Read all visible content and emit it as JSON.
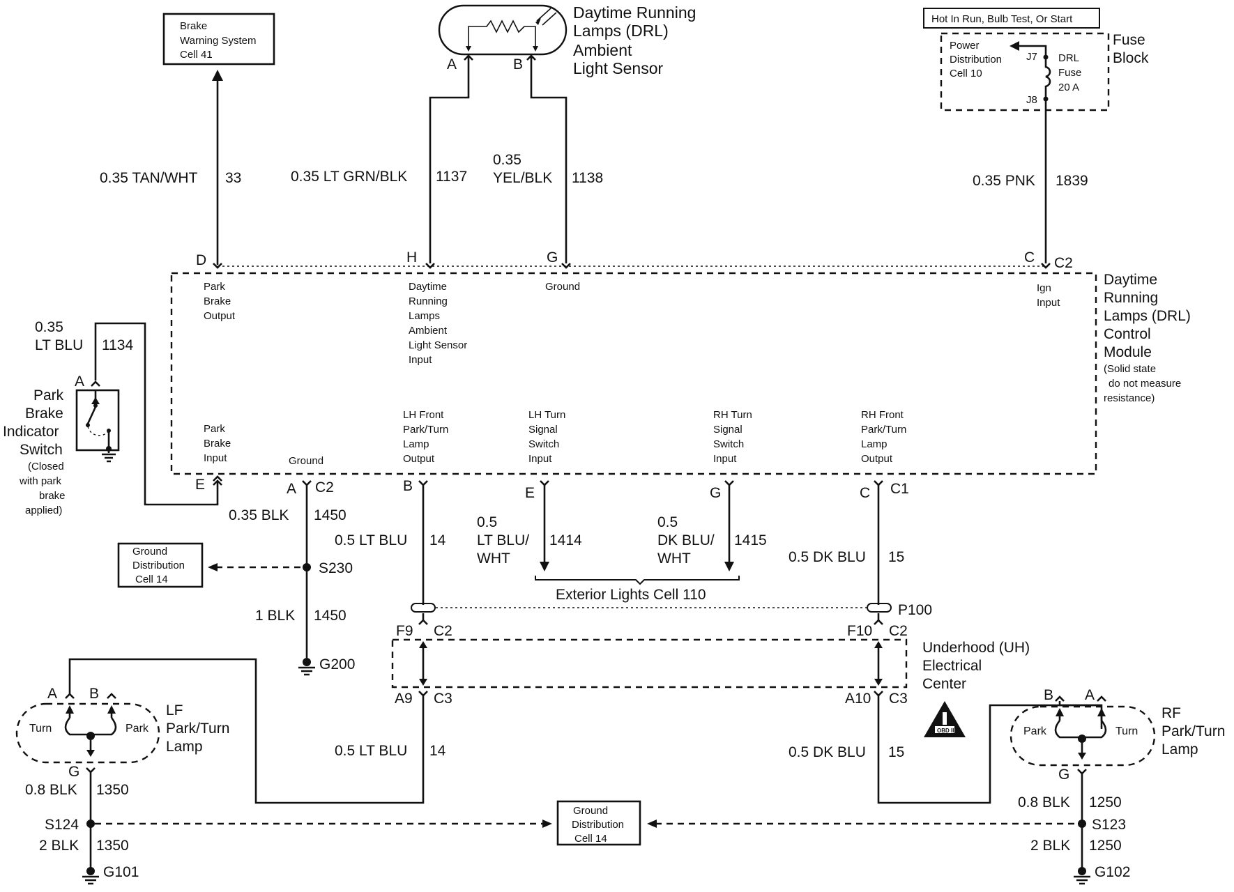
{
  "drl_sensor": {
    "title_1": "Daytime Running",
    "title_2": "Lamps (DRL)",
    "title_3": "Ambient",
    "title_4": "Light Sensor",
    "pin_a": "A",
    "pin_b": "B"
  },
  "brake_box": {
    "line1": "Brake",
    "line2": "Warning System",
    "line3": "Cell 41"
  },
  "fuse": {
    "header": "Hot In Run, Bulb Test, Or Start",
    "pd1": "Power",
    "pd2": "Distribution",
    "pd3": "Cell 10",
    "j7": "J7",
    "j8": "J8",
    "drl1": "DRL",
    "drl2": "Fuse",
    "drl3": "20 A",
    "block1": "Fuse",
    "block2": "Block"
  },
  "top_wires": {
    "w33_color": "0.35 TAN/WHT",
    "w33_num": "33",
    "w1137_color": "0.35 LT GRN/BLK",
    "w1137_num": "1137",
    "w1138_a": "0.35",
    "w1138_b": "YEL/BLK",
    "w1138_num": "1138",
    "w1839_color": "0.35 PNK",
    "w1839_num": "1839"
  },
  "module": {
    "pin_d": "D",
    "pin_h": "H",
    "pin_g": "G",
    "pin_c": "C",
    "c2": "C2",
    "park_out_1": "Park",
    "park_out_2": "Brake",
    "park_out_3": "Output",
    "sensor_in_1": "Daytime",
    "sensor_in_2": "Running",
    "sensor_in_3": "Lamps",
    "sensor_in_4": "Ambient",
    "sensor_in_5": "Light Sensor",
    "sensor_in_6": "Input",
    "ground_top": "Ground",
    "ign_1": "Ign",
    "ign_2": "Input",
    "title_1": "Daytime",
    "title_2": "Running",
    "title_3": "Lamps (DRL)",
    "title_4": "Control",
    "title_5": "Module",
    "note_1": "(Solid state",
    "note_2": "do not measure",
    "note_3": "resistance)",
    "park_in_1": "Park",
    "park_in_2": "Brake",
    "park_in_3": "Input",
    "ground_bot": "Ground",
    "lh_front_1": "LH Front",
    "lh_front_2": "Park/Turn",
    "lh_front_3": "Lamp",
    "lh_front_4": "Output",
    "lh_turn_1": "LH Turn",
    "lh_turn_2": "Signal",
    "lh_turn_3": "Switch",
    "lh_turn_4": "Input",
    "rh_turn_1": "RH Turn",
    "rh_turn_2": "Signal",
    "rh_turn_3": "Switch",
    "rh_turn_4": "Input",
    "rh_front_1": "RH Front",
    "rh_front_2": "Park/Turn",
    "rh_front_3": "Lamp",
    "rh_front_4": "Output",
    "pin_e": "E",
    "pin_a": "A",
    "c2b": "C2",
    "pin_b": "B",
    "pin_e2": "E",
    "pin_g2": "G",
    "pin_c2": "C",
    "c1": "C1"
  },
  "park_switch": {
    "w_a": "0.35",
    "w_b": "LT BLU",
    "w_num": "1134",
    "pin_a": "A",
    "t1": "Park",
    "t2": "Brake",
    "t3": "Indicator",
    "t4": "Switch",
    "n1": "(Closed",
    "n2": "with park",
    "n3": "brake",
    "n4": "applied)"
  },
  "ground_mid": {
    "w1450_a": "0.35 BLK",
    "w1450_a_num": "1450",
    "box1": "Ground",
    "box2": "Distribution",
    "box3": "Cell 14",
    "s230": "S230",
    "w1450_b": "1 BLK",
    "w1450_b_num": "1450",
    "g200": "G200"
  },
  "lower_wires": {
    "w14a_color": "0.5 LT BLU",
    "w14a_num": "14",
    "w1414_a": "0.5",
    "w1414_b": "LT BLU/",
    "w1414_c": "WHT",
    "w1414_num": "1414",
    "w1415_a": "0.5",
    "w1415_b": "DK BLU/",
    "w1415_c": "WHT",
    "w1415_num": "1415",
    "w15a_color": "0.5 DK BLU",
    "w15a_num": "15",
    "ext_lights": "Exterior Lights Cell 110",
    "p100": "P100",
    "f9": "F9",
    "c2_left": "C2",
    "f10": "F10",
    "c2_right": "C2",
    "uh_1": "Underhood (UH)",
    "uh_2": "Electrical",
    "uh_3": "Center",
    "a9": "A9",
    "c3_left": "C3",
    "a10": "A10",
    "c3_right": "C3",
    "w14b_color": "0.5 LT BLU",
    "w14b_num": "14",
    "w15b_color": "0.5 DK BLU",
    "w15b_num": "15",
    "obd": "OBD II"
  },
  "lf_lamp": {
    "pin_a": "A",
    "pin_b": "B",
    "turn": "Turn",
    "park": "Park",
    "t1": "LF",
    "t2": "Park/Turn",
    "t3": "Lamp",
    "pin_g": "G",
    "w1350_a": "0.8 BLK",
    "w1350_a_num": "1350",
    "s124": "S124",
    "w1350_b": "2 BLK",
    "w1350_b_num": "1350",
    "g101": "G101"
  },
  "rf_lamp": {
    "pin_b": "B",
    "pin_a": "A",
    "park": "Park",
    "turn": "Turn",
    "t1": "RF",
    "t2": "Park/Turn",
    "t3": "Lamp",
    "pin_g": "G",
    "w1250_a": "0.8 BLK",
    "w1250_a_num": "1250",
    "s123": "S123",
    "w1250_b": "2 BLK",
    "w1250_b_num": "1250",
    "g102": "G102"
  },
  "ground_bottom": {
    "box1": "Ground",
    "box2": "Distribution",
    "box3": "Cell 14"
  }
}
